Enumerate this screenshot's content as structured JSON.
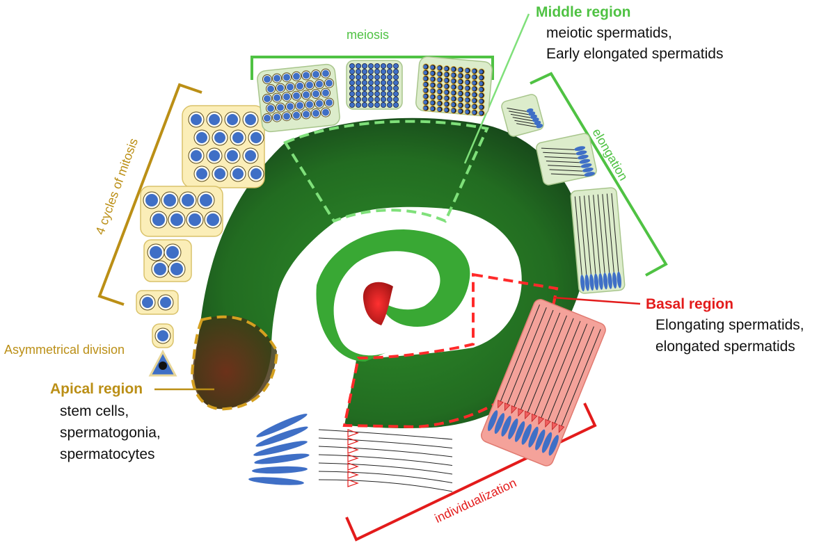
{
  "regions": {
    "middle": {
      "title": "Middle region",
      "lines": [
        "meiotic spermatids,",
        "Early elongated spermatids"
      ],
      "color": "#4fc243"
    },
    "basal": {
      "title": "Basal region",
      "lines": [
        "Elongating spermatids,",
        "elongated spermatids"
      ],
      "color": "#e31b1b"
    },
    "apical": {
      "title": "Apical region",
      "lines": [
        "stem cells,",
        "spermatogonia,",
        "spermatocytes"
      ],
      "color": "#bb8f16"
    }
  },
  "stages": {
    "meiosis": "meiosis",
    "elongation": "elongation",
    "individualization": "individualization",
    "mitosis": "4 cycles of mitosis",
    "asymmetric": "Asymmetrical division"
  },
  "colors": {
    "cell_blue": "#3f6fc6",
    "cyst_yellow": "#fbeeb8",
    "cyst_green": "#dceccb",
    "cyst_red": "#f4a29a",
    "tissue_green": "#2f8a2a"
  }
}
